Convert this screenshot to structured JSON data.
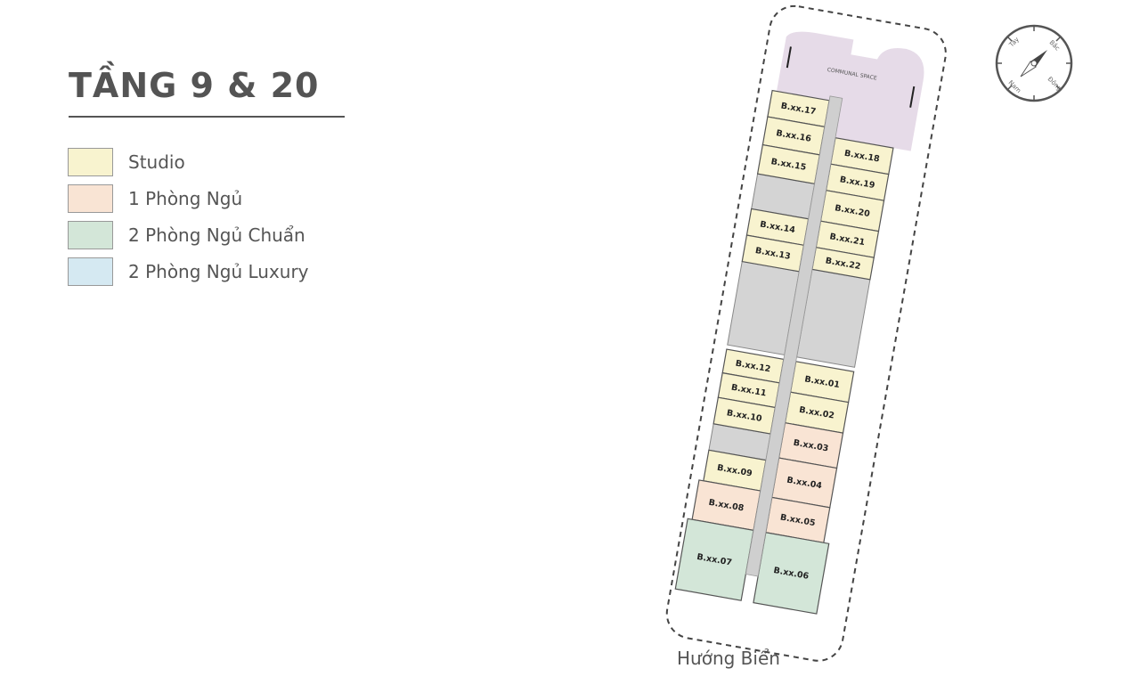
{
  "title": "TẦNG 9 & 20",
  "legend": [
    {
      "label": "Studio",
      "color": "#f8f3cf"
    },
    {
      "label": "1 Phòng Ngủ",
      "color": "#f9e4d4"
    },
    {
      "label": "2 Phòng Ngủ Chuẩn",
      "color": "#d3e6d8"
    },
    {
      "label": "2 Phòng Ngủ Luxury",
      "color": "#d5e9f2"
    }
  ],
  "plan": {
    "communal_label": "COMMUNAL SPACE",
    "communal_color": "#e6dbe8",
    "core_color": "#d4d4d4",
    "units": [
      {
        "id": "B.xx.17",
        "type": "studio"
      },
      {
        "id": "B.xx.16",
        "type": "studio"
      },
      {
        "id": "B.xx.15",
        "type": "studio"
      },
      {
        "id": "B.xx.14",
        "type": "studio"
      },
      {
        "id": "B.xx.13",
        "type": "studio"
      },
      {
        "id": "B.xx.12",
        "type": "studio"
      },
      {
        "id": "B.xx.11",
        "type": "studio"
      },
      {
        "id": "B.xx.10",
        "type": "studio"
      },
      {
        "id": "B.xx.09",
        "type": "studio"
      },
      {
        "id": "B.xx.08",
        "type": "one_bed"
      },
      {
        "id": "B.xx.07",
        "type": "two_bed"
      },
      {
        "id": "B.xx.18",
        "type": "studio"
      },
      {
        "id": "B.xx.19",
        "type": "studio"
      },
      {
        "id": "B.xx.20",
        "type": "studio"
      },
      {
        "id": "B.xx.21",
        "type": "studio"
      },
      {
        "id": "B.xx.22",
        "type": "studio"
      },
      {
        "id": "B.xx.01",
        "type": "studio"
      },
      {
        "id": "B.xx.02",
        "type": "studio"
      },
      {
        "id": "B.xx.03",
        "type": "one_bed"
      },
      {
        "id": "B.xx.04",
        "type": "one_bed"
      },
      {
        "id": "B.xx.05",
        "type": "one_bed"
      },
      {
        "id": "B.xx.06",
        "type": "two_bed"
      }
    ]
  },
  "compass": {
    "north": "Bắc",
    "south": "Nam",
    "east": "Đông",
    "west": "Tây"
  },
  "orientation_label": "Hướng Biển"
}
